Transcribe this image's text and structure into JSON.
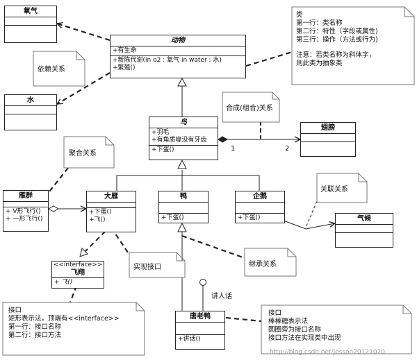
{
  "classes": {
    "oxygen": {
      "name": "氧气"
    },
    "water": {
      "name": "水"
    },
    "animal": {
      "name": "动物",
      "attrs": [
        "+有生命"
      ],
      "ops": [
        "+新陈代谢(in o2 : 氧气  in water : 水)",
        "+繁殖()"
      ]
    },
    "bird": {
      "name": "鸟",
      "attrs": [
        "+羽毛",
        "+有角质喙没有牙齿"
      ],
      "ops": [
        "+下蛋()"
      ]
    },
    "wing": {
      "name": "翅膀"
    },
    "goose_flock": {
      "name": "雁群",
      "ops": [
        "+ V形飞行()",
        "+ 一形飞行()"
      ]
    },
    "goose": {
      "name": "大雁",
      "ops": [
        "+下蛋()",
        "+飞()"
      ]
    },
    "duck": {
      "name": "鸭",
      "ops": [
        "+下蛋()"
      ]
    },
    "penguin": {
      "name": "企鹅",
      "ops": [
        "+下蛋()"
      ]
    },
    "climate": {
      "name": "气候"
    },
    "fly_iface": {
      "stereotype": "<<interface>>",
      "name": "飞翔",
      "ops": [
        "+ 飞()"
      ]
    },
    "tang_duck": {
      "name": "唐老鸭",
      "ops": [
        "+讲话()"
      ]
    }
  },
  "notes": {
    "class_note": [
      "类",
      "第一行：类名称",
      "第二行：特性（字段或属性)",
      "第三行：操作（方法或行为)",
      "",
      "注意：若类名称为斜体字，",
      "则此类为抽象类"
    ],
    "dependency": "依赖关系",
    "composition": "合成(组合)关系",
    "aggregation": "聚合关系",
    "association": "关联关系",
    "implementation": "实现接口",
    "inheritance": "继承关系",
    "interface_note": [
      "接口",
      "矩形表示法，顶端有<<interface>>",
      "第一行：接口名称",
      "第二行：接口方法"
    ],
    "lollipop_note": [
      "接口",
      "棒棒糖表示法",
      "圆圈旁为接口名称",
      "接口方法在实现类中出现"
    ]
  },
  "labels": {
    "mult_1": "1",
    "mult_2": "2",
    "speak_iface": "讲人话",
    "watermark": "http://blog.csdn.net/jesson20121020"
  }
}
